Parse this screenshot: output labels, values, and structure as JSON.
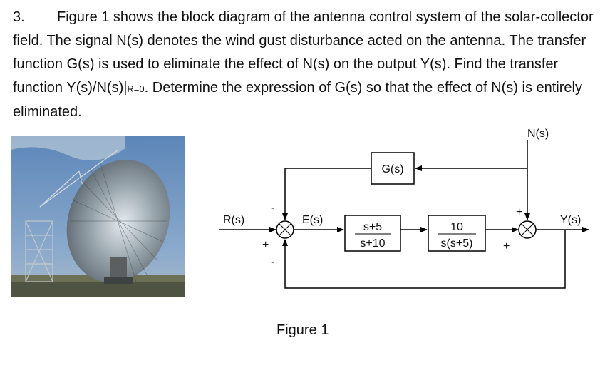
{
  "problem": {
    "number": "3.",
    "text_part1": "Figure 1 shows the block diagram of the antenna control system of the solar-collector field. The signal N(s) denotes the wind gust disturbance acted on the antenna. The transfer function G(s) is used to eliminate the effect of N(s) on the output Y(s). Find the transfer function Y(s)/N(s)|",
    "subscript": "R=0",
    "text_part2": ". Determine the expression of G(s) so that the effect of N(s) is entirely eliminated."
  },
  "photo": {
    "icon": "solar-dish-antenna-photo"
  },
  "diagram": {
    "input_label": "R(s)",
    "error_label": "E(s)",
    "disturbance_label": "N(s)",
    "output_label": "Y(s)",
    "g_block_label": "G(s)",
    "block1": {
      "numerator": "s+5",
      "denominator": "s+10"
    },
    "block2": {
      "numerator": "10",
      "denominator": "s(s+5)"
    },
    "sum1_signs": {
      "left": "+",
      "top": "-",
      "bottom": "-"
    },
    "sum2_signs": {
      "top": "+",
      "left": "+"
    }
  },
  "caption": "Figure 1"
}
